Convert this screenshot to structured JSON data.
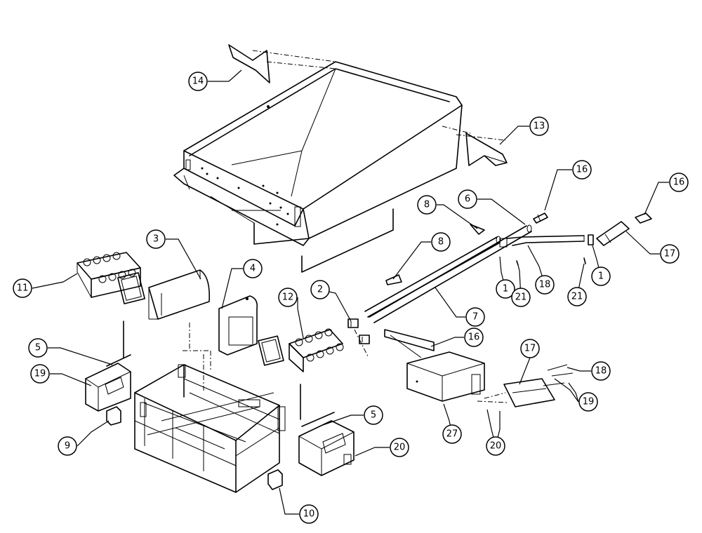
{
  "diagram": {
    "callout_labels": {
      "c1": "14",
      "c2": "13",
      "c3": "16",
      "c4": "16",
      "c5": "8",
      "c6": "6",
      "c7": "8",
      "c8": "17",
      "c9": "1",
      "c10": "18",
      "c11": "21",
      "c12": "21",
      "c13": "1",
      "c14": "3",
      "c15": "4",
      "c16": "11",
      "c17": "12",
      "c18": "2",
      "c19": "7",
      "c20": "16",
      "c21": "5",
      "c22": "19",
      "c23": "17",
      "c24": "18",
      "c25": "19",
      "c26": "27",
      "c27": "20",
      "c28": "9",
      "c29": "5",
      "c30": "20",
      "c31": "10"
    }
  }
}
